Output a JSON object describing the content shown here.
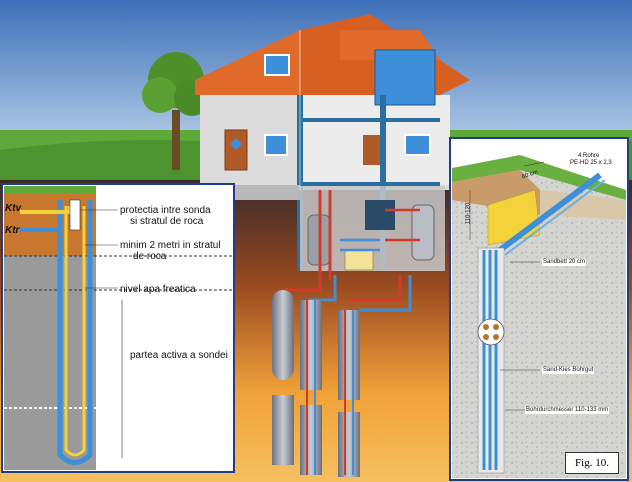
{
  "left_panel": {
    "ktv": "Ktv",
    "ktr": "Ktr",
    "protectia_line1": "protectia intre sonda",
    "protectia_line2": "si stratul de roca",
    "minim_line1": "minim 2 metri in stratul",
    "minim_line2": "de roca",
    "nivel": "nivel apa freatica",
    "partea": "partea activa a sondei"
  },
  "right_panel": {
    "pipes_line1": "4 Rohre",
    "pipes_line2": "PE-HD 25 x 2,3",
    "width_dim": "60 cm",
    "depth_dim": "110-120",
    "sandbett": "Sandbett 20 cm",
    "sandkies": "Sand-Kies Bohrgut",
    "bohrdurchmesser": "Bohrdurchmesser 110-133 mm"
  },
  "figure_caption": "Fig. 10.",
  "colors": {
    "sky_top": "#3d6fb8",
    "sky_bottom": "#cfe3f3",
    "grass": "#5ea93a",
    "roof": "#e06a2a",
    "house_wall": "#dcdcdc",
    "ground_orange": "#f0a038",
    "pipe_blue": "#3c8fd8",
    "pipe_red": "#d23a2a",
    "probe_yellow": "#f3d23a"
  }
}
